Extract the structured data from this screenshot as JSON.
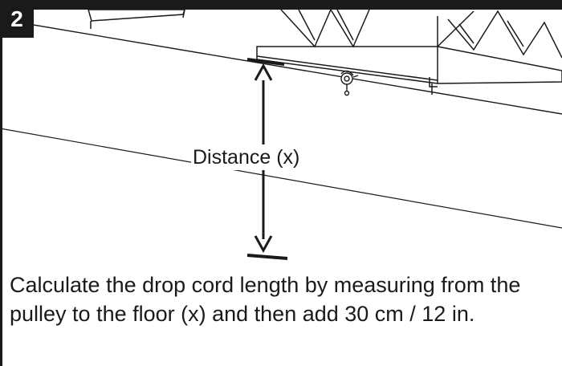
{
  "step": {
    "number": "2"
  },
  "diagram": {
    "distance_label": "Distance (x)",
    "icons": [
      "ceiling-track",
      "truss-frame",
      "pulley",
      "floor-marker",
      "double-arrow"
    ]
  },
  "instruction": {
    "text": "Calculate the drop cord length by measuring from the pulley to the floor (x) and then add 30 cm / 12 in."
  },
  "colors": {
    "ink": "#1a1a1a",
    "background": "#ffffff"
  }
}
